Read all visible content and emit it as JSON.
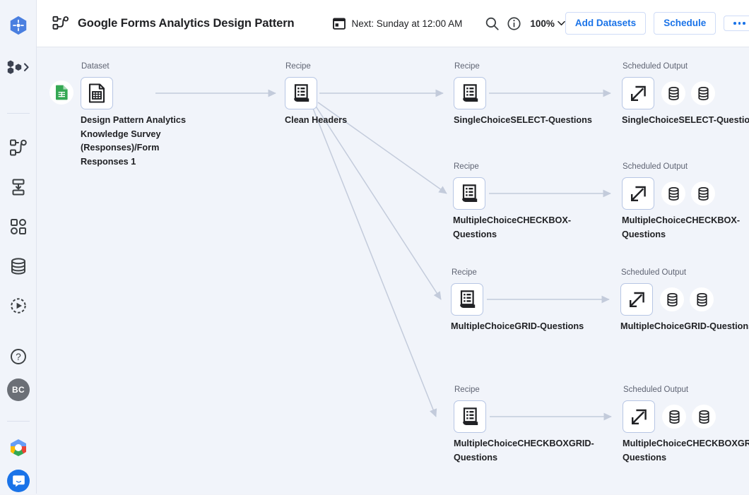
{
  "app": {
    "product_logo": "cloud-dataprep-logo",
    "project_switcher_icon": "project-switcher-icon",
    "avatar_initials": "BC"
  },
  "sidebar": {
    "items": [
      {
        "name": "flows",
        "icon": "flow-icon"
      },
      {
        "name": "plans",
        "icon": "plan-icon"
      },
      {
        "name": "jobs",
        "icon": "grid-icon"
      },
      {
        "name": "library",
        "icon": "database-icon"
      },
      {
        "name": "job-history",
        "icon": "run-history-icon"
      },
      {
        "name": "help",
        "icon": "help-circle-icon"
      }
    ],
    "footer": [
      {
        "name": "google-cloud",
        "icon": "google-cloud-logo"
      },
      {
        "name": "support-chat",
        "icon": "chat-bubble-icon"
      }
    ]
  },
  "header": {
    "flow_icon": "flow-icon",
    "title": "Google Forms Analytics Design Pattern",
    "schedule_icon": "calendar-icon",
    "schedule_text": "Next: Sunday at 12:00 AM",
    "search_icon": "search-icon",
    "info_icon": "info-icon",
    "zoom_level": "100%",
    "zoom_caret_icon": "chevron-down-icon",
    "add_datasets_label": "Add Datasets",
    "schedule_label": "Schedule",
    "more_label": "more-options-icon"
  },
  "canvas": {
    "kind_labels": {
      "dataset": "Dataset",
      "recipe": "Recipe",
      "output": "Scheduled Output"
    },
    "dataset": {
      "kind": "Dataset",
      "label": "Design Pattern Analytics Knowledge Survey (Responses)/Form Responses 1",
      "icon": "dataset-file-icon",
      "source_badge": "google-sheets-icon"
    },
    "clean_headers": {
      "kind": "Recipe",
      "label": "Clean Headers",
      "icon": "recipe-icon"
    },
    "branches": [
      {
        "recipe": {
          "kind": "Recipe",
          "label": "SingleChoiceSELECT-Questions",
          "icon": "recipe-icon"
        },
        "output": {
          "kind": "Scheduled Output",
          "label": "SingleChoiceSELECT-Questions",
          "icon": "output-arrow-icon",
          "destinations": [
            "database-icon",
            "database-icon"
          ]
        }
      },
      {
        "recipe": {
          "kind": "Recipe",
          "label": "MultipleChoiceCHECKBOX-Questions",
          "icon": "recipe-icon"
        },
        "output": {
          "kind": "Scheduled Output",
          "label": "MultipleChoiceCHECKBOX-Questions",
          "icon": "output-arrow-icon",
          "destinations": [
            "database-icon",
            "database-icon"
          ]
        }
      },
      {
        "recipe": {
          "kind": "Recipe",
          "label": "MultipleChoiceGRID-Questions",
          "icon": "recipe-icon"
        },
        "output": {
          "kind": "Scheduled Output",
          "label": "MultipleChoiceGRID-Questions",
          "icon": "output-arrow-icon",
          "destinations": [
            "database-icon",
            "database-icon"
          ]
        }
      },
      {
        "recipe": {
          "kind": "Recipe",
          "label": "MultipleChoiceCHECKBOXGRID-Questions",
          "icon": "recipe-icon"
        },
        "output": {
          "kind": "Scheduled Output",
          "label": "MultipleChoiceCHECKBOXGRID-Questions",
          "icon": "output-arrow-icon",
          "destinations": [
            "database-icon",
            "database-icon"
          ]
        }
      }
    ]
  },
  "colors": {
    "accent": "#1a73e8",
    "canvas_bg": "#f1f4fa",
    "edge": "#c3cbdb",
    "sheets_green": "#34a853",
    "text": "#202124",
    "muted_text": "#5f6473"
  }
}
